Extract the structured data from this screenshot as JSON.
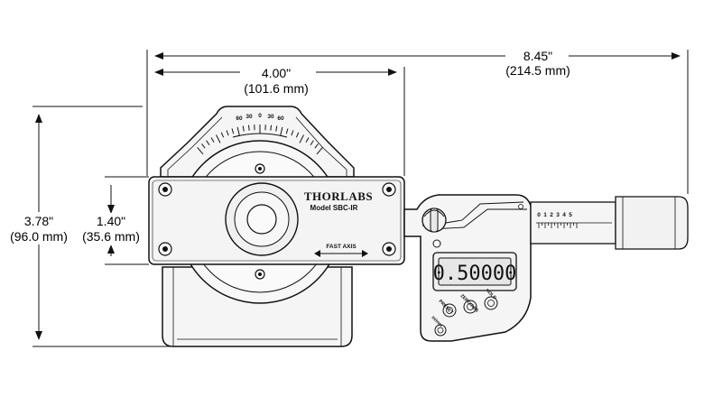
{
  "dimensions": {
    "overall_length": {
      "inch": "8.45\"",
      "mm": "(214.5 mm)"
    },
    "body_width": {
      "inch": "4.00\"",
      "mm": "(101.6 mm)"
    },
    "overall_height": {
      "inch": "3.78\"",
      "mm": "(96.0 mm)"
    },
    "plate_height": {
      "inch": "1.40\"",
      "mm": "(35.6 mm)"
    }
  },
  "device": {
    "brand": "THORLABS",
    "model": "Model SBC-IR",
    "axis_label": "FAST AXIS",
    "rotation_scale": [
      "60",
      "30",
      "0",
      "30",
      "60"
    ]
  },
  "micrometer": {
    "display_value": "0.50000",
    "scale_labels": [
      "0",
      "1",
      "2",
      "3",
      "4",
      "5"
    ],
    "buttons": [
      "PRESET",
      "ZERO/ABS",
      "HOLD",
      "in/mm"
    ]
  },
  "colors": {
    "line": "#111111",
    "body_fill": "#f4f4f4",
    "display_fill": "#e6e6e6"
  }
}
